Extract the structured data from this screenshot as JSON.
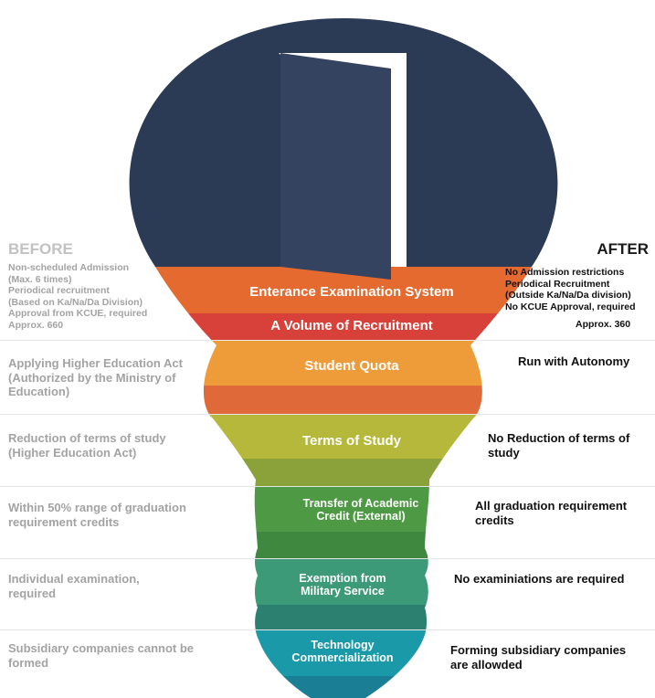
{
  "headings": {
    "before": "BEFORE",
    "after": "AFTER"
  },
  "rows": [
    {
      "label": "Enterance Examination System",
      "before": [
        "Non-scheduled Admission",
        "(Max. 6 times)",
        "Periodical recruitment",
        "(Based on Ka/Na/Da Division)",
        "Approval from KCUE, required"
      ],
      "after": [
        "No Admission restrictions",
        "Periodical Recruitment",
        "(Outside Ka/Na/Da division)",
        "No KCUE Approval, required"
      ]
    },
    {
      "label": "A Volume of Recruitment",
      "before": [
        "Approx. 660"
      ],
      "after": [
        "Approx. 360"
      ]
    },
    {
      "label": "Student Quota",
      "before": [
        "Applying Higher Education Act",
        "(Authorized by the Ministry of",
        "Education)"
      ],
      "after": [
        "Run with Autonomy"
      ]
    },
    {
      "label": "Terms of Study",
      "before": [
        "Reduction of terms of study",
        "(Higher Education Act)"
      ],
      "after": [
        "No Reduction of terms of",
        "study"
      ]
    },
    {
      "label": [
        "Transfer of Academic",
        "Credit (External)"
      ],
      "before": [
        "Within 50% range of graduation",
        "requirement credits"
      ],
      "after": [
        "All graduation requirement",
        "credits"
      ]
    },
    {
      "label": [
        "Exemption from",
        "Military Service"
      ],
      "before": [
        "Individual examination,",
        "required"
      ],
      "after": [
        "No examiniations are required"
      ]
    },
    {
      "label": [
        "Technology",
        "Commercialization"
      ],
      "before": [
        "Subsidiary companies cannot be",
        "formed"
      ],
      "after": [
        "Forming subsidiary companies",
        "are allowded"
      ]
    }
  ],
  "colors": {
    "bulb": "#2b3a55",
    "door_frame": "#ffffff",
    "door": "#34435f",
    "bands": [
      "#e56a30",
      "#d8403a",
      "#ee9c3a",
      "#e0693a",
      "#b5b83a",
      "#8ba23b",
      "#4e9a44",
      "#3f8840",
      "#3c9a78",
      "#2b8070",
      "#1a9aa8",
      "#1a7f95"
    ]
  }
}
